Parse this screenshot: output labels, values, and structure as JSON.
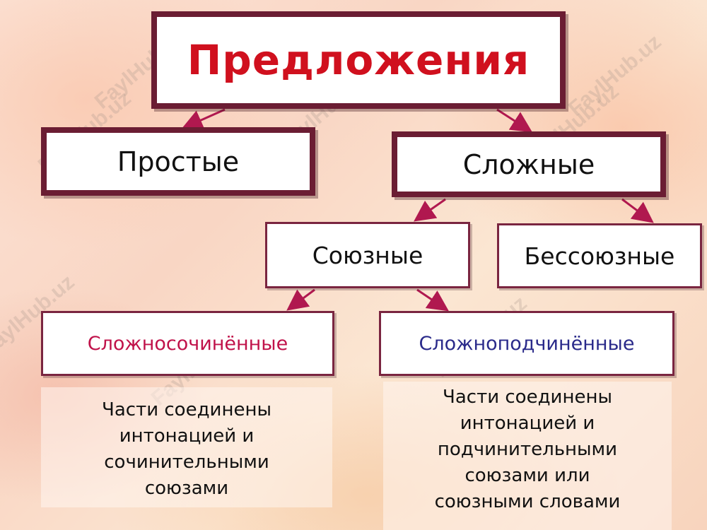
{
  "diagram": {
    "title": "Предложения",
    "simple": "Простые",
    "complex": "Сложные",
    "conjunctive": "Союзные",
    "nonconjunctive": "Бессоюзные",
    "compound": "Сложносочинённые",
    "subordinate": "Сложноподчинённые",
    "compound_desc": [
      "Части соединены",
      "интонацией и",
      "сочинительными",
      "союзами"
    ],
    "subordinate_desc": [
      "Части соединены",
      "интонацией и",
      "подчинительными",
      "союзами или",
      "союзными словами"
    ]
  },
  "watermark": "FaylHub.uz",
  "colors": {
    "box_border": "#6b1d33",
    "arrow": "#b0184f",
    "title_text": "#d0101e",
    "compound_text": "#c0124a",
    "subordinate_text": "#2a2a8a"
  }
}
